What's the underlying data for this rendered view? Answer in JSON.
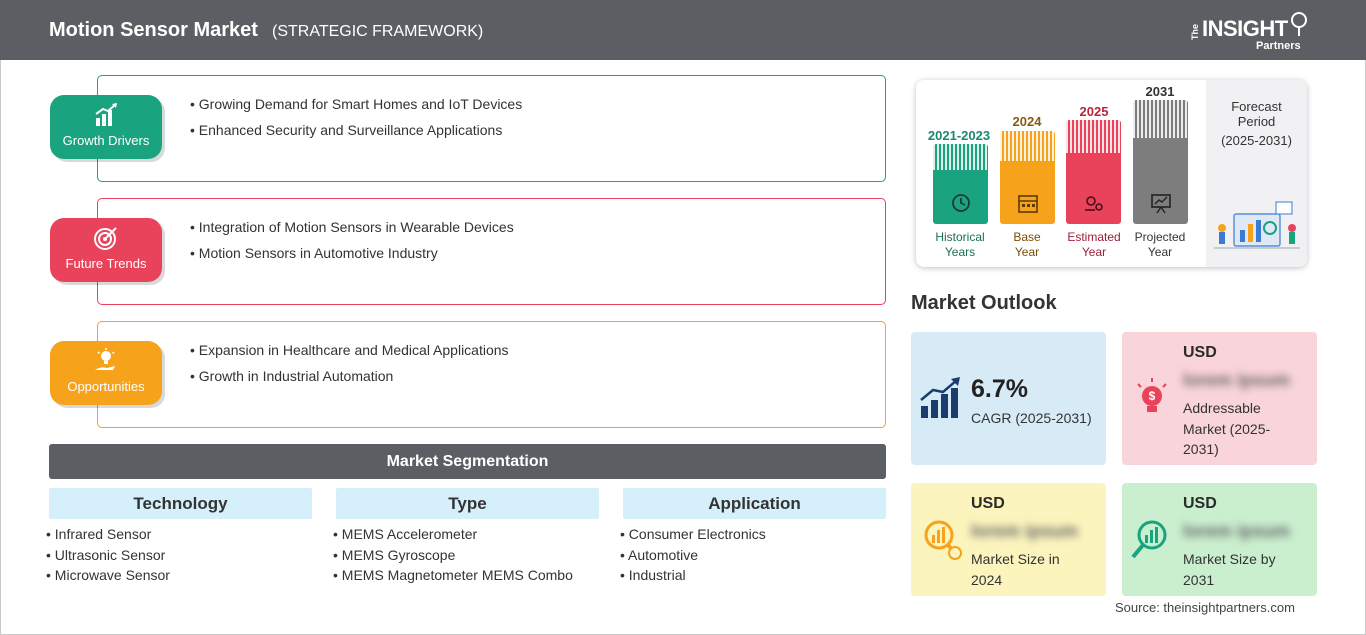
{
  "header": {
    "title": "Motion Sensor Market",
    "subtitle": "(STRATEGIC FRAMEWORK)",
    "logo": {
      "the": "The",
      "insight": "INSIGHT",
      "partners": "Partners"
    }
  },
  "framework": [
    {
      "label": "Growth Drivers",
      "icon": "bar-chart-growth-icon",
      "color": "#1aa37f",
      "items": [
        "Growing Demand for Smart Homes and IoT Devices",
        "Enhanced Security and Surveillance Applications"
      ]
    },
    {
      "label": "Future Trends",
      "icon": "target-icon",
      "color": "#e8435a",
      "items": [
        "Integration of Motion Sensors in Wearable Devices",
        "Motion Sensors in Automotive Industry"
      ]
    },
    {
      "label": "Opportunities",
      "icon": "lightbulb-hand-icon",
      "color": "#f6a21a",
      "items": [
        "Expansion in Healthcare and Medical Applications",
        "Growth in Industrial Automation"
      ]
    }
  ],
  "segmentation": {
    "title": "Market Segmentation",
    "columns": [
      {
        "heading": "Technology",
        "items": [
          "Infrared Sensor",
          "Ultrasonic Sensor",
          "Microwave Sensor"
        ]
      },
      {
        "heading": "Type",
        "items": [
          "MEMS Accelerometer",
          "MEMS Gyroscope",
          "MEMS Magnetometer MEMS Combo"
        ]
      },
      {
        "heading": "Application",
        "items": [
          "Consumer Electronics",
          "Automotive",
          "Industrial"
        ]
      }
    ]
  },
  "timeline": {
    "periods": [
      {
        "year": "2021-2023",
        "label_line1": "Historical",
        "label_line2": "Years",
        "color": "#1aa37f",
        "year_color": "#1a8a6c",
        "icon": "history-clock-icon"
      },
      {
        "year": "2024",
        "label_line1": "Base",
        "label_line2": "Year",
        "color": "#f6a21a",
        "year_color": "#8a5a10",
        "icon": "calendar-icon"
      },
      {
        "year": "2025",
        "label_line1": "Estimated",
        "label_line2": "Year",
        "color": "#e8435a",
        "year_color": "#b3263c",
        "icon": "gears-icon"
      },
      {
        "year": "2031",
        "label_line1": "Projected",
        "label_line2": "Year",
        "color": "#7d7d7d",
        "year_color": "#333333",
        "icon": "presentation-icon"
      }
    ],
    "forecast_title_line1": "Forecast",
    "forecast_title_line2": "Period",
    "forecast_period": "(2025-2031)"
  },
  "outlook": {
    "title": "Market Outlook",
    "cagr": {
      "value": "6.7%",
      "label": "CAGR (2025-2031)",
      "bg": "#d7ebf7"
    },
    "addressable": {
      "currency": "USD",
      "value": "lorem ipsum",
      "label_line1": "Addressable",
      "label_line2": "Market (2025-",
      "label_line3": "2031)",
      "bg": "#f9d4da"
    },
    "size_2024": {
      "currency": "USD",
      "value": "lorem ipsum",
      "label_line1": "Market Size in",
      "label_line2": "2024",
      "bg": "#fbf4bd"
    },
    "size_2031": {
      "currency": "USD",
      "value": "lorem ipsum",
      "label_line1": "Market Size by",
      "label_line2": "2031",
      "bg": "#c9efcf"
    }
  },
  "source": "Source: theinsightpartners.com"
}
